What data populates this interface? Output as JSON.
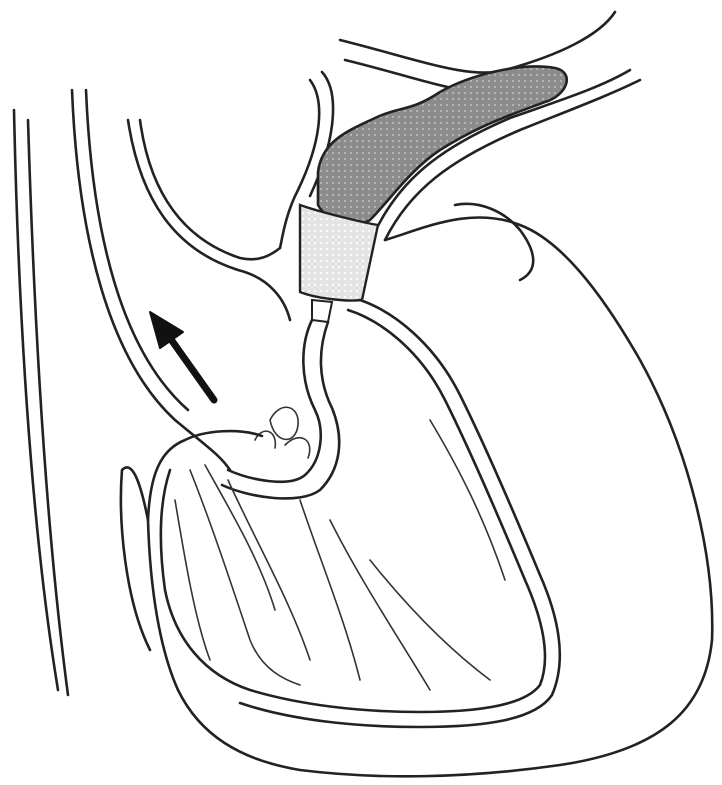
{
  "figure": {
    "colors": {
      "line": "#222222",
      "thrombus_fill": "#8c8c8c",
      "catheter_fill": "#d8d8d8",
      "arrow": "#111111",
      "background": "#ffffff"
    },
    "elements": [
      "chest-wall-lines",
      "aorta",
      "pulmonary-artery",
      "dark-embolus",
      "dotted-catheter-balloon",
      "heart-outline",
      "ventricle-cavity",
      "trabeculae",
      "valve-leaflets",
      "flow-arrow"
    ]
  }
}
